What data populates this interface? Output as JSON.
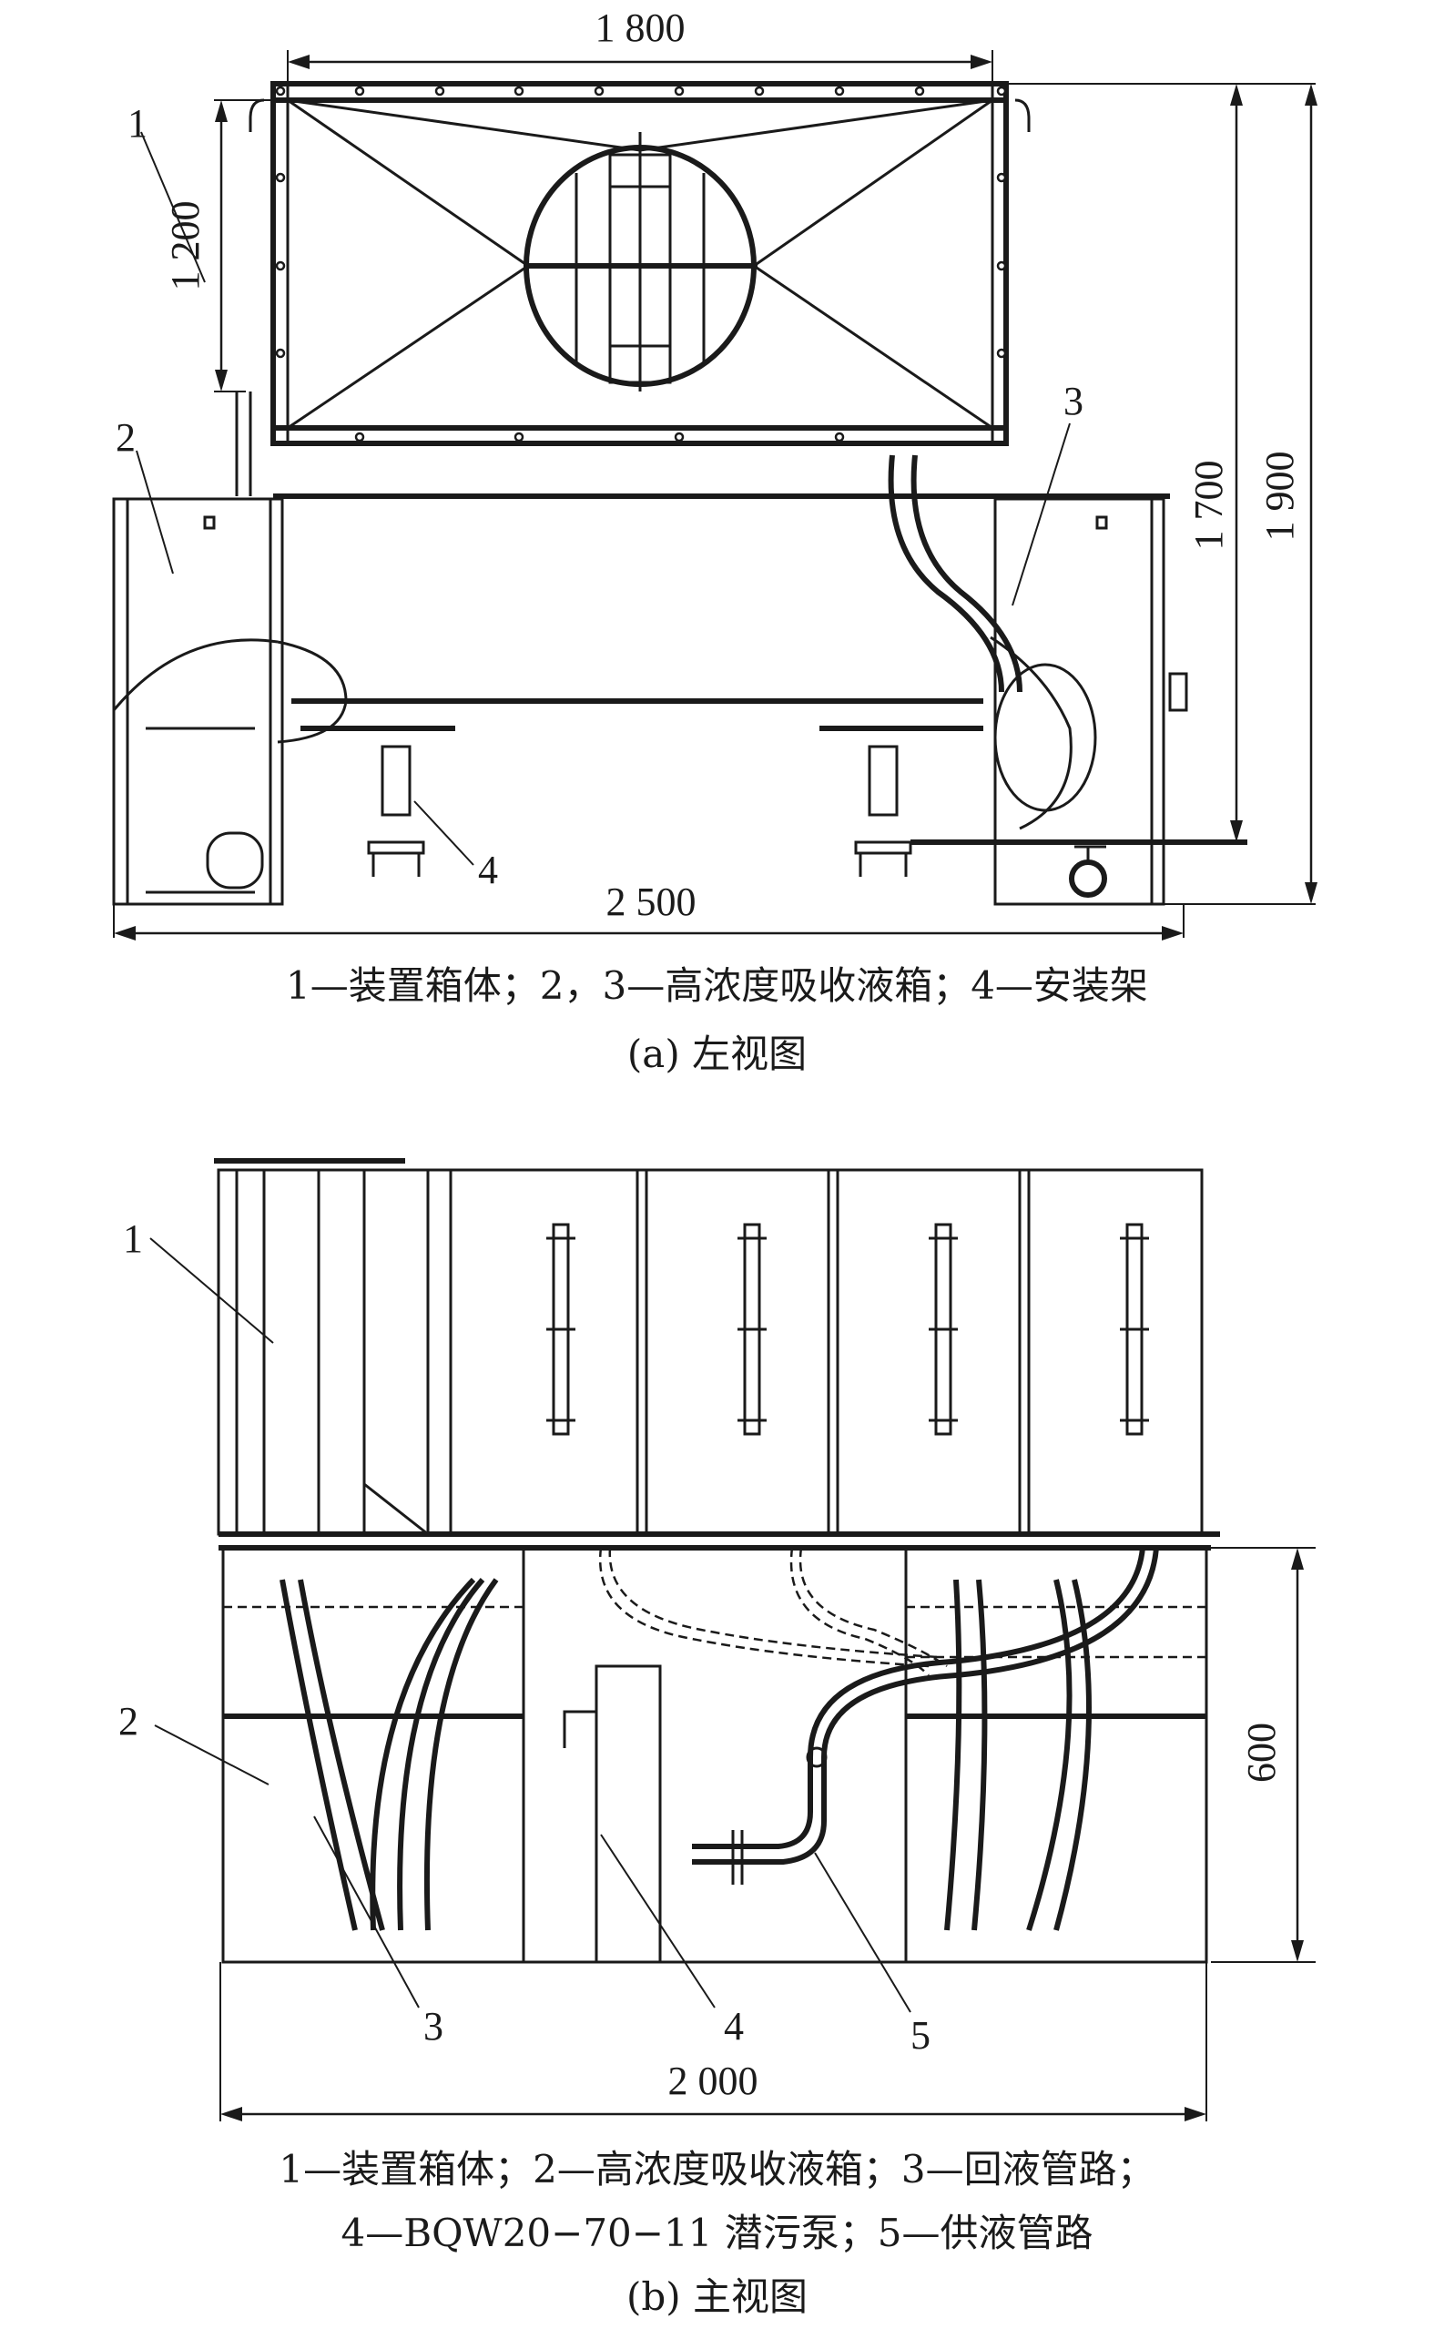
{
  "figure_a": {
    "dimensions": {
      "top_width": "1 800",
      "left_height": "1 200",
      "right_height_inner": "1 700",
      "right_height_outer": "1 900",
      "bottom_width": "2 500"
    },
    "callouts": [
      "1",
      "2",
      "3",
      "4"
    ],
    "legend": "1—装置箱体；2，3—高浓度吸收液箱；4—安装架",
    "caption": "(a) 左视图"
  },
  "figure_b": {
    "dimensions": {
      "right_height": "600",
      "bottom_width": "2 000"
    },
    "callouts": [
      "1",
      "2",
      "3",
      "4",
      "5"
    ],
    "legend_line1": "1—装置箱体；2—高浓度吸收液箱；3—回液管路；",
    "legend_line2": "4—BQW20−70−11 潜污泵；5—供液管路",
    "caption": "(b) 主视图"
  }
}
